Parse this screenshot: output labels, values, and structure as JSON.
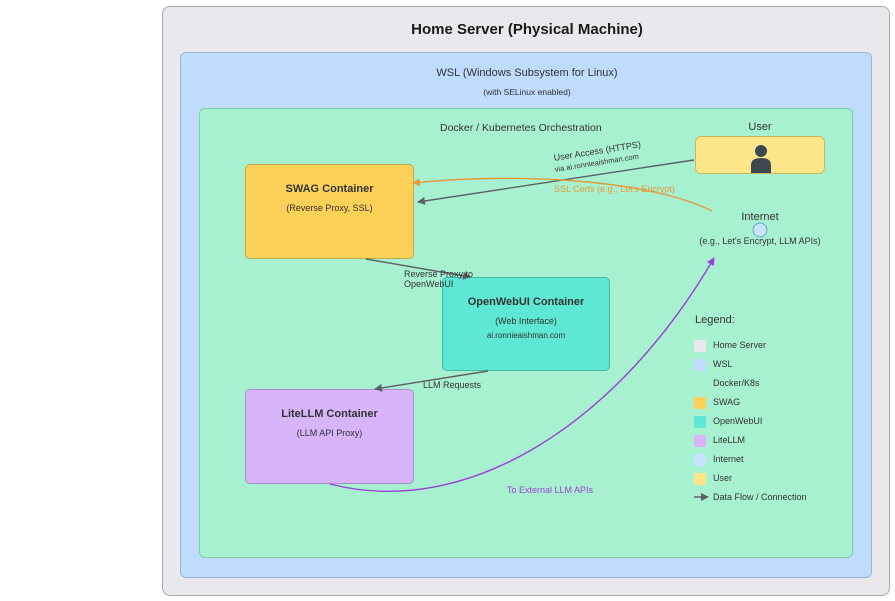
{
  "home": {
    "title": "Home Server (Physical Machine)"
  },
  "wsl": {
    "title": "WSL (Windows Subsystem for Linux)",
    "subtitle": "(with SELinux enabled)"
  },
  "docker": {
    "title": "Docker / Kubernetes Orchestration"
  },
  "swag": {
    "title": "SWAG Container",
    "subtitle": "(Reverse Proxy, SSL)"
  },
  "openwebui": {
    "title": "OpenWebUI Container",
    "subtitle": "(Web Interface)",
    "domain": "ai.ronnieaishman.com"
  },
  "litellm": {
    "title": "LiteLLM Container",
    "subtitle": "(LLM API Proxy)"
  },
  "user": {
    "title": "User",
    "icon": "user-icon"
  },
  "internet": {
    "title": "Internet",
    "subtitle": "(e.g., Let's Encrypt, LLM APIs)",
    "icon": "globe-icon"
  },
  "edges": {
    "user_access": "User Access (HTTPS)",
    "user_access_via": "via ai.ronnieaishman.com",
    "ssl_certs": "SSL Certs (e.g., Let's Encrypt)",
    "reverse_proxy_line1": "Reverse Proxy to",
    "reverse_proxy_line2": "OpenWebUI",
    "llm_requests": "LLM Requests",
    "external_apis": "To External LLM APIs"
  },
  "legend": {
    "title": "Legend:",
    "items": [
      {
        "label": "Home Server",
        "color": "#e9e9ed"
      },
      {
        "label": "WSL",
        "color": "#bfdbfd"
      },
      {
        "label": "Docker/K8s",
        "color": "#a7f0d0"
      },
      {
        "label": "SWAG",
        "color": "#fcd158"
      },
      {
        "label": "OpenWebUI",
        "color": "#5ee8d3"
      },
      {
        "label": "LiteLLM",
        "color": "#d8b5fb"
      },
      {
        "label": "Internet",
        "color": "#c7e3fb"
      },
      {
        "label": "User",
        "color": "#fde68a"
      }
    ],
    "flow_label": "Data Flow / Connection"
  },
  "colors": {
    "ssl_arrow": "#e49a3a",
    "external_arrow": "#9b3fd6",
    "flow_arrow": "#5a5f66"
  }
}
